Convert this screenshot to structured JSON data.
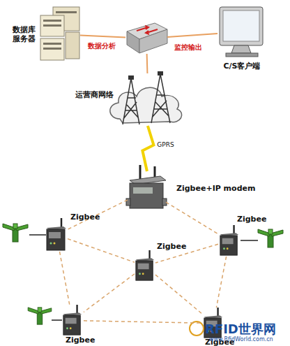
{
  "diagram": {
    "nodes": [
      {
        "text": [
          "数据库 服务器"
        ]
      },
      {
        "text": []
      },
      {
        "text": [
          "C/S客户端"
        ]
      },
      {
        "text": [
          "运营商网络"
        ]
      },
      {
        "text": [
          "Zigbee+IP modem"
        ]
      },
      {
        "text": [
          "Zigbee"
        ]
      },
      {
        "text": [
          "Zigbee"
        ]
      },
      {
        "text": [
          "Zigbee"
        ]
      },
      {
        "text": [
          "Zigbee"
        ]
      },
      {
        "text": [
          "Zigbee"
        ]
      }
    ],
    "edges": [
      {
        "from": 0,
        "to": 1,
        "label": "数据分析",
        "arrow": "none"
      },
      {
        "from": 1,
        "to": 2,
        "label": "监控输出",
        "arrow": "none"
      },
      {
        "from": 1,
        "to": 3,
        "arrow": "none"
      },
      {
        "from": 3,
        "to": 4,
        "label": "GPRS",
        "arrow": "none"
      },
      {
        "from": 4,
        "to": 5,
        "arrow": "none"
      },
      {
        "from": 4,
        "to": 6,
        "arrow": "none"
      },
      {
        "from": 5,
        "to": 7,
        "arrow": "none"
      },
      {
        "from": 6,
        "to": 7,
        "arrow": "none"
      },
      {
        "from": 5,
        "to": 8,
        "arrow": "none"
      },
      {
        "from": 6,
        "to": 9,
        "arrow": "none"
      },
      {
        "from": 7,
        "to": 8,
        "arrow": "none"
      },
      {
        "from": 7,
        "to": 9,
        "arrow": "none"
      },
      {
        "from": 8,
        "to": 9,
        "arrow": "none"
      }
    ],
    "labels": [
      "RFID世界网",
      "www.RfidWorld.com.cn"
    ]
  }
}
